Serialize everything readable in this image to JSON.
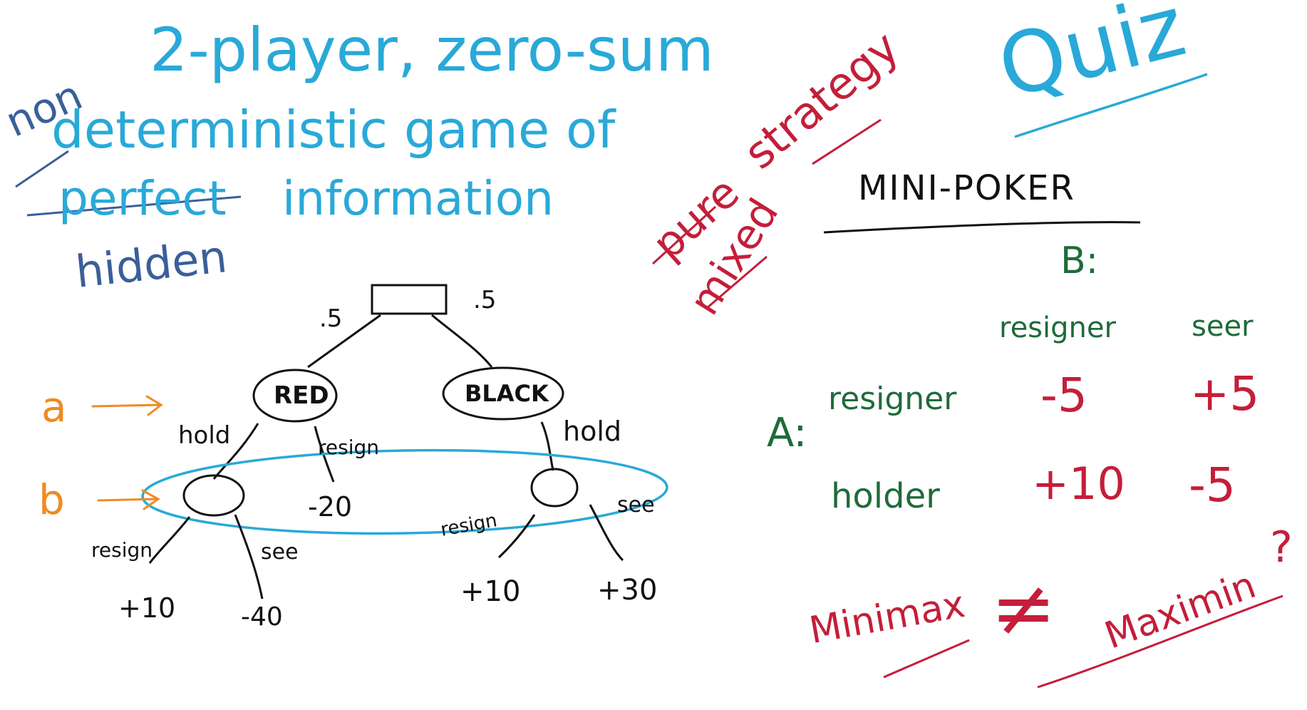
{
  "colors": {
    "cyan": "#29a9d8",
    "blue": "#3a5f9a",
    "red": "#c41e3a",
    "green": "#1f6b3a",
    "orange": "#f08a22",
    "black": "#111111"
  },
  "notes": {
    "title_line1": "2-player, zero-sum",
    "non": "non",
    "deterministic_game_of": "deterministic game of",
    "perfect": "perfect",
    "information": "information",
    "hidden": "hidden"
  },
  "quiz": {
    "label": "Quiz",
    "pure": "pure",
    "strategy": "strategy",
    "mixed": "mixed",
    "game_title": "MINI-POKER"
  },
  "tree": {
    "root_prob_left": ".5",
    "root_prob_right": ".5",
    "node_red": "RED",
    "node_black": "BLACK",
    "marker_a": "a",
    "marker_b": "b",
    "red_hold": "hold",
    "red_resign": "resign",
    "red_resign_payoff": "-20",
    "black_hold": "hold",
    "b_resign_left": "resign",
    "b_see_left": "see",
    "b_resign_right": "resign",
    "b_see_right": "see",
    "payoff_1": "+10",
    "payoff_2": "-40",
    "payoff_3": "+10",
    "payoff_4": "+30"
  },
  "matrix": {
    "col_player": "B:",
    "row_player": "A:",
    "col_headers": [
      "resigner",
      "seer"
    ],
    "rows": [
      {
        "label": "resigner",
        "values": [
          "-5",
          "+5"
        ]
      },
      {
        "label": "holder",
        "values": [
          "+10",
          "-5"
        ]
      }
    ]
  },
  "bottom": {
    "minimax": "Minimax",
    "neq": "≠",
    "maximin": "Maximin",
    "question": "?"
  }
}
